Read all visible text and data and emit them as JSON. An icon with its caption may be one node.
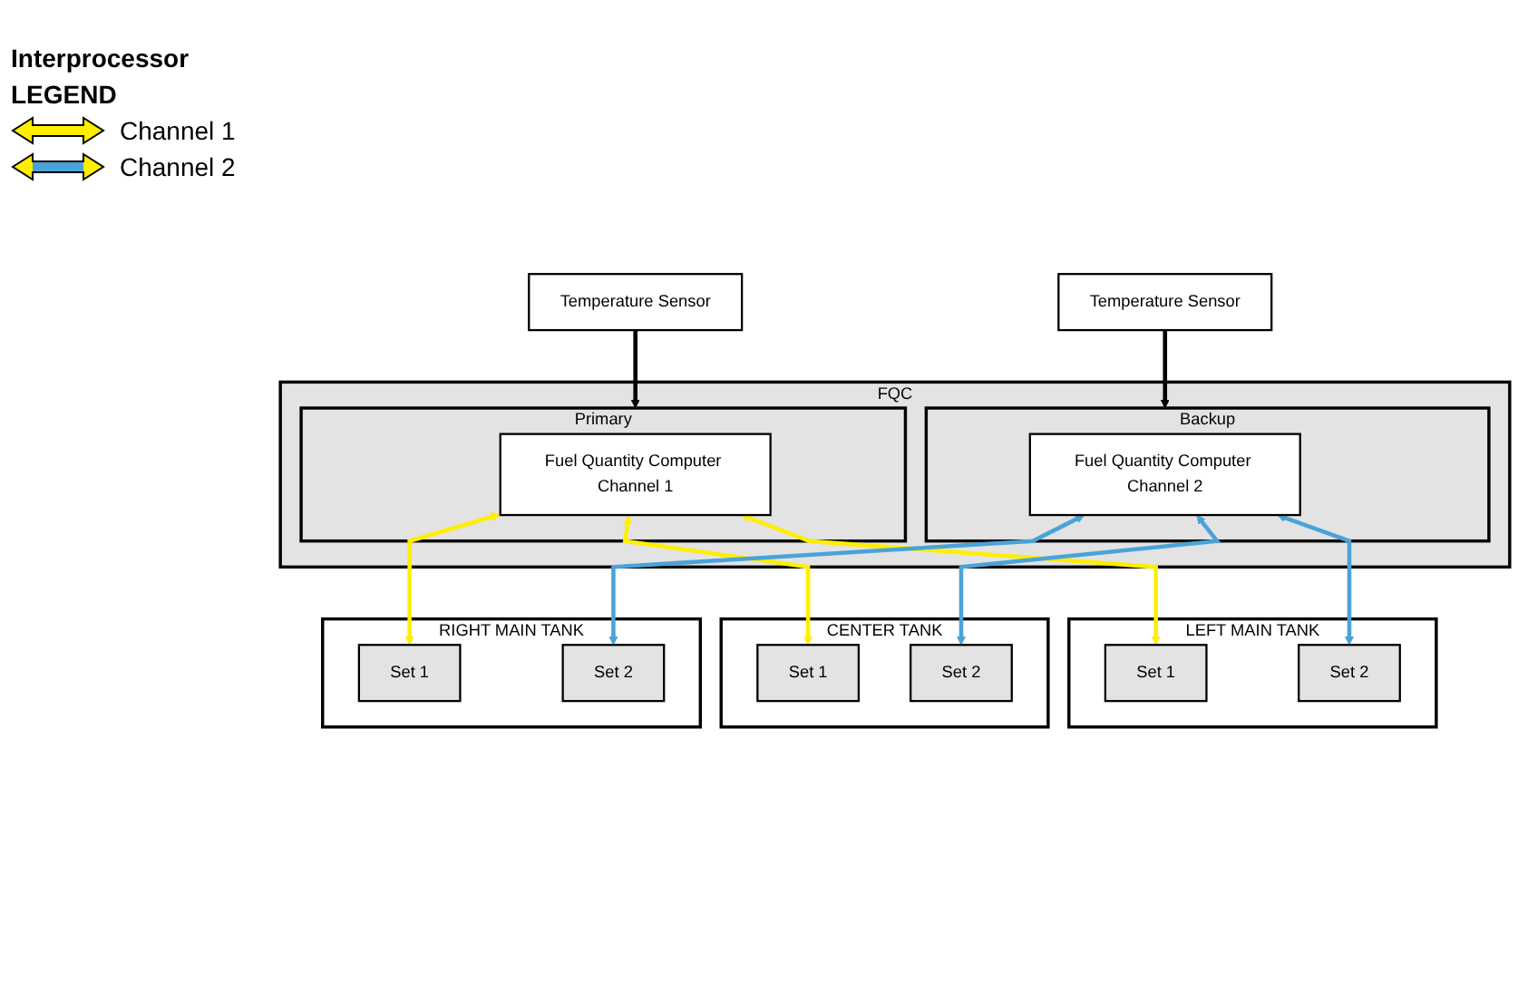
{
  "diagram": {
    "nodes": [
      {
        "text": [
          "FQC"
        ]
      },
      {
        "text": [
          "Primary"
        ],
        "in": 0
      },
      {
        "text": [
          "Backup"
        ],
        "in": 0
      },
      {
        "text": [
          "Fuel Quantity Computer Channel 1"
        ],
        "in": 1
      },
      {
        "text": [
          "Fuel Quantity Computer Channel 2"
        ],
        "in": 2
      },
      {
        "text": [
          "Temperature Sensor"
        ]
      },
      {
        "text": [
          "Temperature Sensor"
        ]
      },
      {
        "text": [
          "LEFT MAIN TANK"
        ]
      },
      {
        "text": [
          "Set 1"
        ],
        "in": 7
      },
      {
        "text": [
          "Set 2"
        ],
        "in": 7
      },
      {
        "text": [
          "CENTER TANK"
        ]
      },
      {
        "text": [
          "Set 1"
        ],
        "in": 10
      },
      {
        "text": [
          "Set 2"
        ],
        "in": 10
      },
      {
        "text": [
          "RIGHT MAIN TANK"
        ]
      },
      {
        "text": [
          "Set 1"
        ],
        "in": 13
      },
      {
        "text": [
          "Set 2"
        ],
        "in": 13
      }
    ],
    "edges": [
      {
        "from": 5,
        "to": 1,
        "arrow": "to",
        "color": "#000000"
      },
      {
        "from": 6,
        "to": 2,
        "arrow": "to",
        "color": "#000000"
      },
      {
        "from": 3,
        "to": 8,
        "arrow": "both",
        "color": "#ffee00"
      },
      {
        "from": 3,
        "to": 11,
        "arrow": "both",
        "color": "#ffee00"
      },
      {
        "from": 3,
        "to": 14,
        "arrow": "both",
        "color": "#ffee00"
      },
      {
        "from": 4,
        "to": 9,
        "arrow": "both",
        "color": "#4aa3d8"
      },
      {
        "from": 4,
        "to": 12,
        "arrow": "both",
        "color": "#4aa3d8"
      },
      {
        "from": 4,
        "to": 15,
        "arrow": "both",
        "color": "#4aa3d8"
      }
    ],
    "labels": [
      "Interprocessor",
      "LEGEND"
    ],
    "legend": [
      {
        "text": "Channel 1"
      },
      {
        "text": "Channel 2"
      }
    ]
  }
}
